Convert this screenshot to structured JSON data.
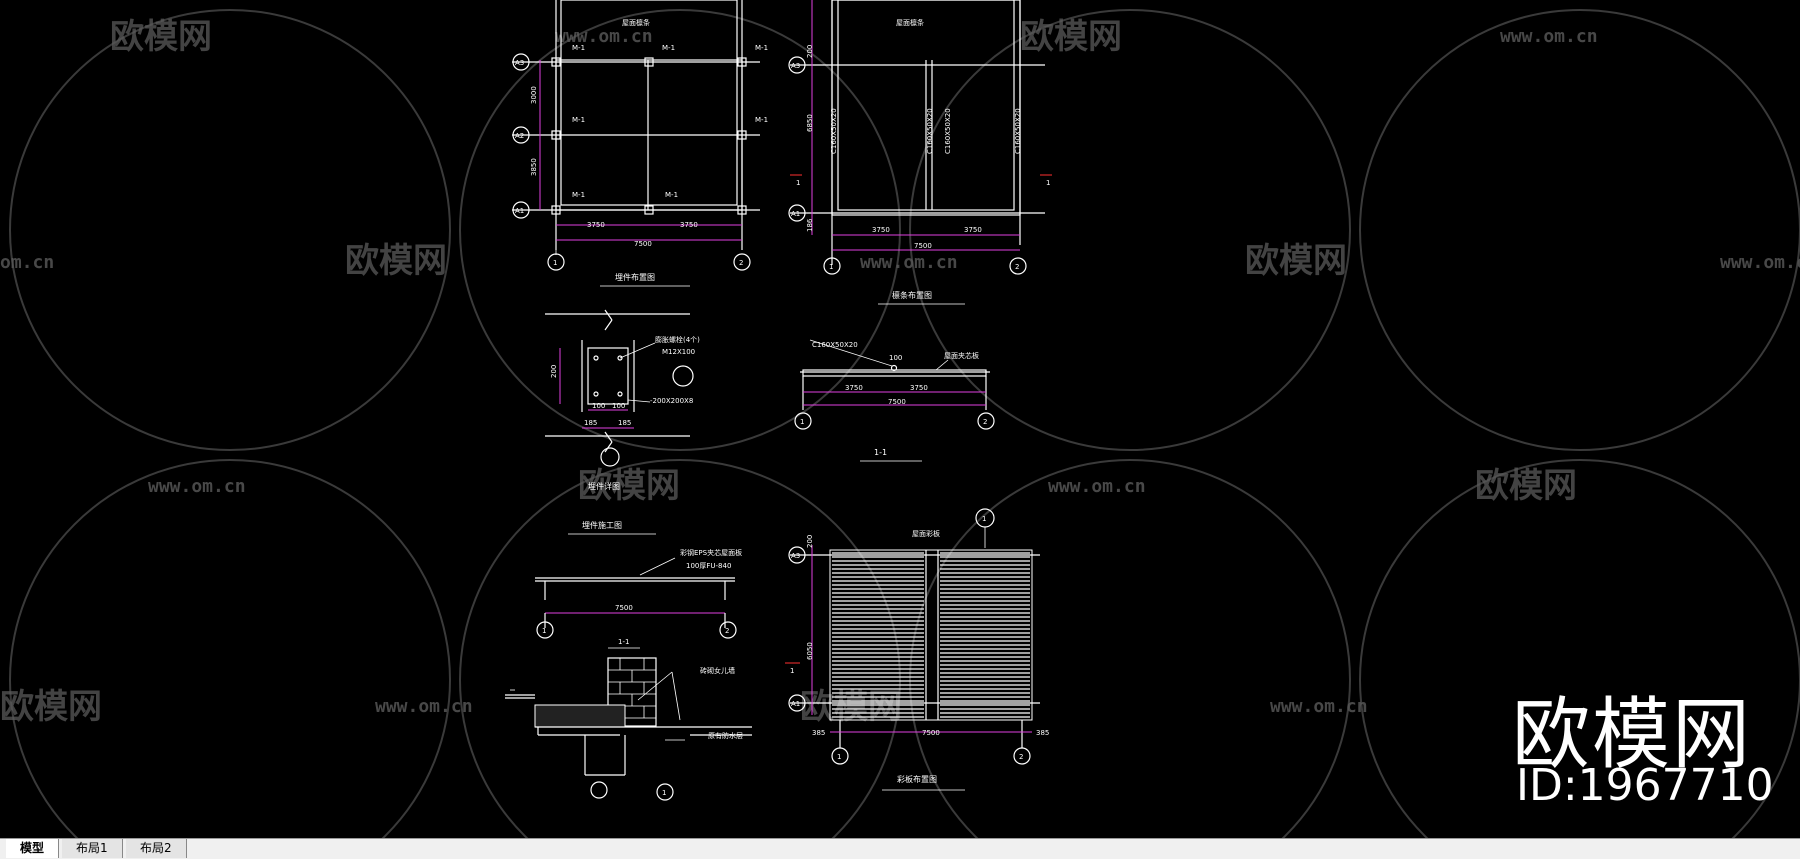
{
  "watermark": {
    "brand": "欧模网",
    "url": "www.om.cn",
    "url_partial": "om.cn",
    "id_label": "ID:1967710"
  },
  "drawing": {
    "plan1": {
      "title": "埋件布置图",
      "sub_label": "屋面檩条",
      "axes_rows": [
        "A3",
        "A2",
        "A1"
      ],
      "axes_cols": [
        "1",
        "2"
      ],
      "dims_h": [
        "3750",
        "3750",
        "7500"
      ],
      "dims_v": [
        "3000",
        "3850"
      ],
      "marks": [
        "M-1",
        "M-1",
        "M-1",
        "M-1",
        "M-1",
        "M-1",
        "M-1"
      ]
    },
    "plan2": {
      "title": "檩条布置图",
      "sub_label": "屋面檩条",
      "axes_rows": [
        "A3",
        "A1"
      ],
      "axes_cols": [
        "1",
        "2"
      ],
      "dims_h": [
        "3750",
        "3750",
        "7500"
      ],
      "dims_v": [
        "200",
        "6850",
        "186"
      ],
      "purlins": [
        "C160X50X20",
        "C160X50X20",
        "C160X50X20",
        "C160X50X20"
      ],
      "section_mark": "1"
    },
    "detail": {
      "title": "埋件详图",
      "labels": [
        "膨胀螺栓(4个)",
        "M12X100",
        "-200X200X8"
      ],
      "dims": [
        "200",
        "100",
        "100",
        "185",
        "185"
      ]
    },
    "section1": {
      "title": "1-1",
      "labels": [
        "C160X50X20",
        "100",
        "屋面夹芯板"
      ],
      "dims": [
        "3750",
        "3750",
        "7500"
      ],
      "axes": [
        "1",
        "2"
      ]
    },
    "construct": {
      "title": "埋件施工图",
      "labels": [
        "彩钢EPS夹芯屋面板",
        "100厚FU-840"
      ],
      "dims": [
        "7500"
      ],
      "axes": [
        "1",
        "2"
      ]
    },
    "section2": {
      "title": "1-1",
      "labels": [
        "砖砌女儿墙",
        "原有防水层"
      ],
      "axis": "1"
    },
    "plan3": {
      "title": "彩板布置图",
      "sub_label": "屋面彩板",
      "axes_rows": [
        "A3",
        "A1"
      ],
      "axes_cols": [
        "1",
        "2"
      ],
      "dims_h": [
        "385",
        "7500",
        "385"
      ],
      "dims_v": [
        "200",
        "6050"
      ],
      "top_axis": "1",
      "section_mark": "1"
    }
  },
  "tabs": [
    {
      "label": "模型",
      "active": true
    },
    {
      "label": "布局1",
      "active": false
    },
    {
      "label": "布局2",
      "active": false
    }
  ]
}
